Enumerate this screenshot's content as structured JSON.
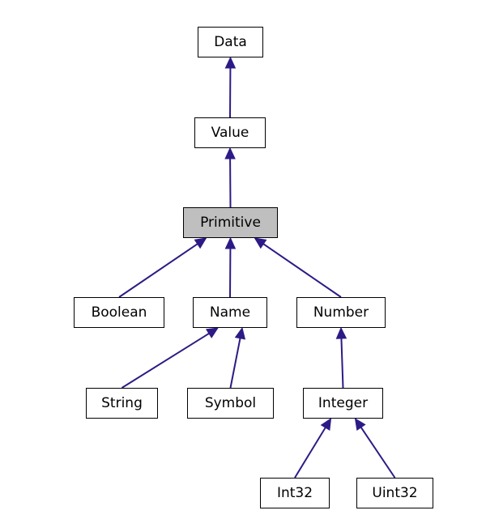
{
  "diagram": {
    "nodes": {
      "data": "Data",
      "value": "Value",
      "primitive": "Primitive",
      "boolean": "Boolean",
      "name": "Name",
      "number": "Number",
      "string": "String",
      "symbol": "Symbol",
      "integer": "Integer",
      "int32": "Int32",
      "uint32": "Uint32"
    },
    "highlighted_node": "primitive",
    "edges": [
      {
        "from": "value",
        "to": "data"
      },
      {
        "from": "primitive",
        "to": "value"
      },
      {
        "from": "boolean",
        "to": "primitive"
      },
      {
        "from": "name",
        "to": "primitive"
      },
      {
        "from": "number",
        "to": "primitive"
      },
      {
        "from": "string",
        "to": "name"
      },
      {
        "from": "symbol",
        "to": "name"
      },
      {
        "from": "integer",
        "to": "number"
      },
      {
        "from": "int32",
        "to": "integer"
      },
      {
        "from": "uint32",
        "to": "integer"
      }
    ],
    "colors": {
      "edge": "#2e1a86",
      "node_border": "#000000",
      "node_fill": "#ffffff",
      "highlight_fill": "#bfbfbf"
    }
  }
}
